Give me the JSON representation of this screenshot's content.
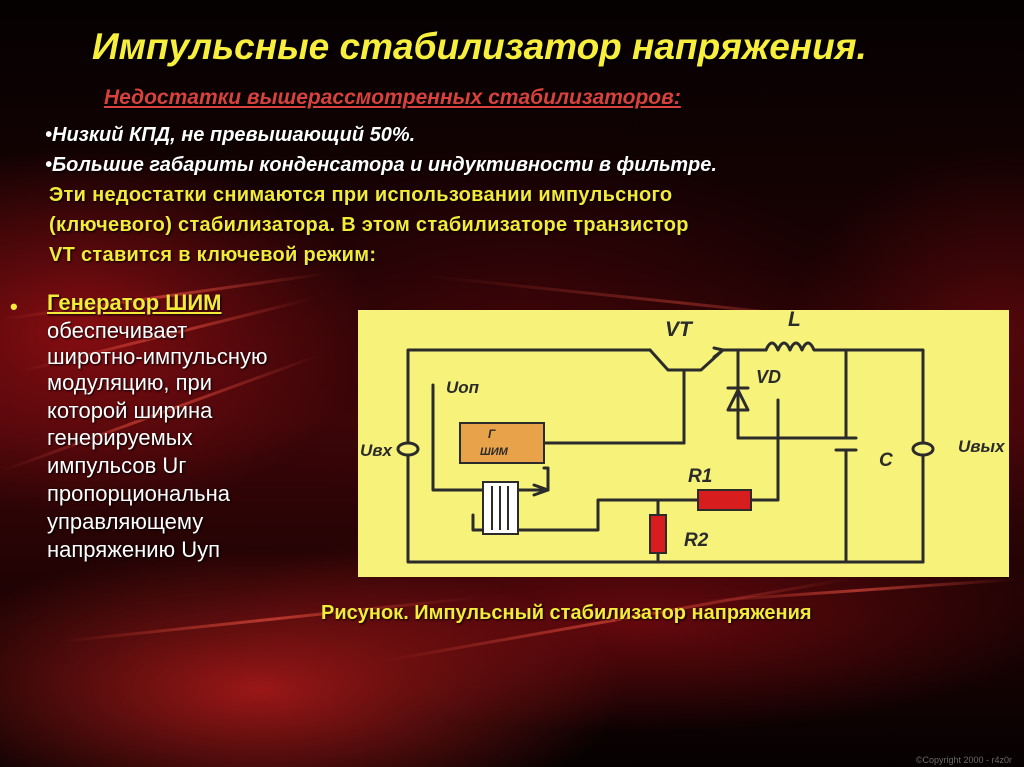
{
  "slide": {
    "title": "Импульсные стабилизатор напряжения.",
    "subtitle": "Недостатки вышерассмотренных стабилизаторов:",
    "drawbacks": [
      "•Низкий КПД, не превышающий 50%.",
      "•Большие габариты конденсатора и индуктивности в фильтре."
    ],
    "explanation_lines": [
      "Эти недостатки снимаются при использовании импульсного",
      "(ключевого) стабилизатора. В этом стабилизаторе транзистор",
      "VT ставится в ключевой режим:"
    ],
    "bullet_glyph": "•",
    "generator_heading": "Генератор ШИМ",
    "generator_lines": [
      "обеспечивает",
      "широтно-импульсную",
      "модуляцию, при",
      "которой ширина",
      "генерируемых",
      "импульсов Uг",
      "пропорциональна",
      "управляющему",
      "напряжению Uуп"
    ],
    "caption": "Рисунок.  Импульсный стабилизатор напряжения",
    "copyright": "©Copyright 2000 - r4z0r"
  },
  "circuit": {
    "labels": {
      "vt": "VT",
      "l": "L",
      "vd": "VD",
      "uop": "Uоп",
      "g": "Г",
      "shim": "ШИМ",
      "uvx": "Uвх",
      "uvyx": "Uвых",
      "c": "C",
      "r1": "R1",
      "r2": "R2"
    },
    "colors": {
      "background": "#f6f27a",
      "wire": "#2b2b2b",
      "resistor": "#d71d1d",
      "generator_box": "#e8a24a"
    }
  },
  "colors": {
    "title": "#f7ef3c",
    "subtitle": "#d8413c",
    "body_text": "#f3ea3a",
    "bullet_text": "#ffffff"
  }
}
